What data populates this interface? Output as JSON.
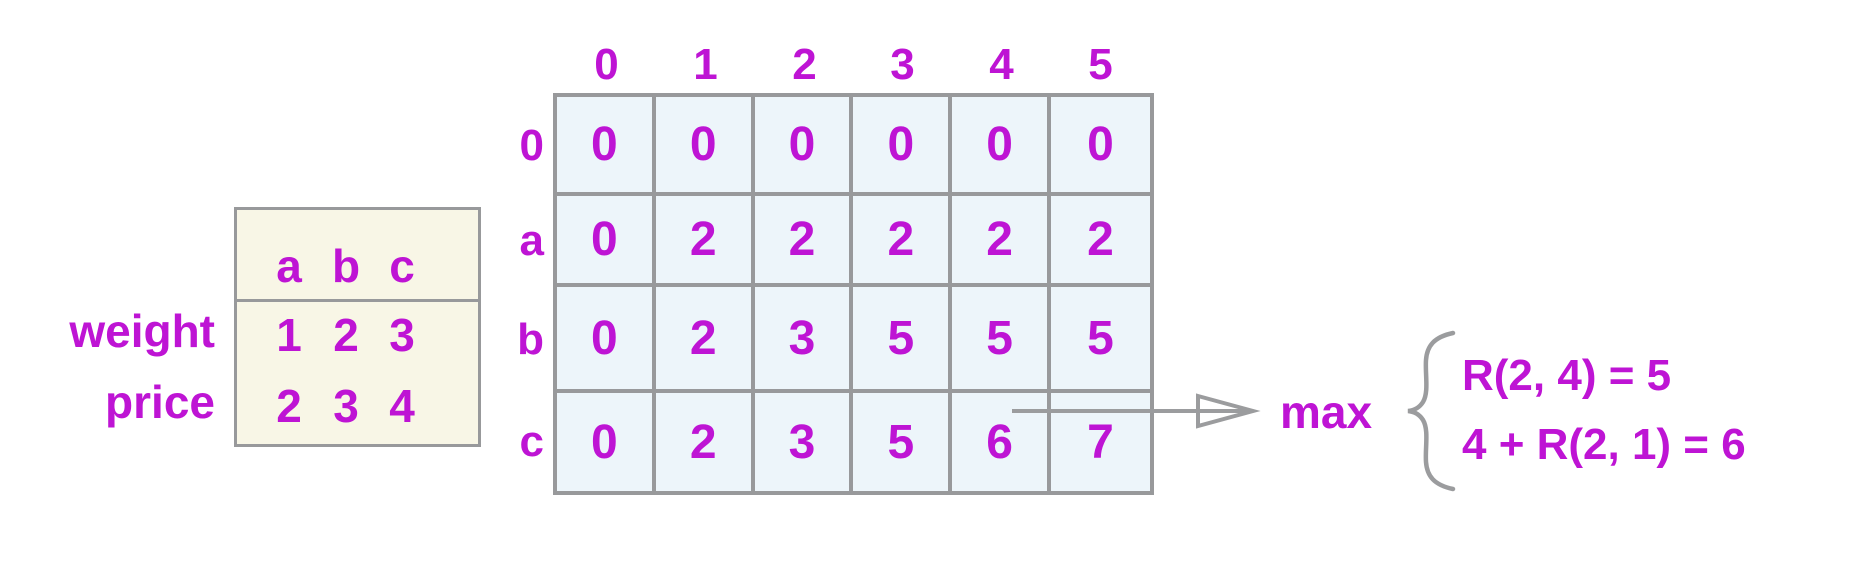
{
  "colors": {
    "magenta_text": "#be14d4",
    "grid_gray": "#98999b",
    "cell_blue": "#edf5fa",
    "item_table_cream": "#f8f6e6"
  },
  "item_table": {
    "columns": [
      "a",
      "b",
      "c"
    ],
    "rows": [
      {
        "label": "weight",
        "values": [
          "1",
          "2",
          "3"
        ]
      },
      {
        "label": "price",
        "values": [
          "2",
          "3",
          "4"
        ]
      }
    ]
  },
  "dp_table": {
    "col_headers": [
      "0",
      "1",
      "2",
      "3",
      "4",
      "5"
    ],
    "row_headers": [
      "0",
      "a",
      "b",
      "c"
    ],
    "rows": [
      [
        "0",
        "0",
        "0",
        "0",
        "0",
        "0"
      ],
      [
        "0",
        "2",
        "2",
        "2",
        "2",
        "2"
      ],
      [
        "0",
        "2",
        "3",
        "5",
        "5",
        "5"
      ],
      [
        "0",
        "2",
        "3",
        "5",
        "6",
        "7"
      ]
    ]
  },
  "annotation": {
    "max_label": "max",
    "cases": [
      "R(2, 4) = 5",
      "4 + R(2, 1) = 6"
    ]
  }
}
